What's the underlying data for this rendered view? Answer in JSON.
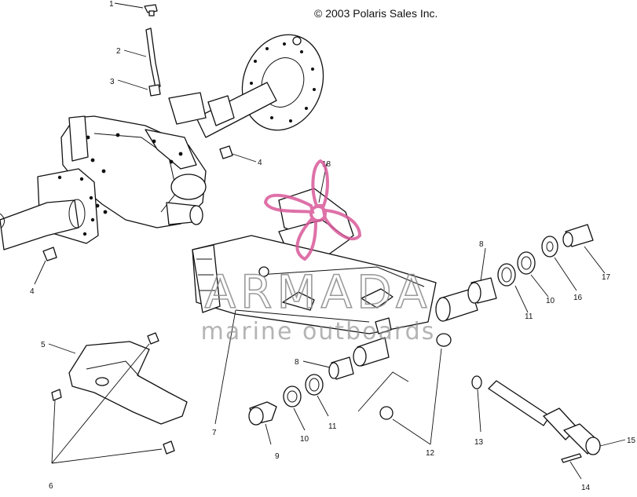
{
  "copyright": "© 2003 Polaris Sales Inc.",
  "watermark": {
    "brand": "ARMADA",
    "tagline": "marine outboards",
    "brand_color": "#8a8a8a",
    "logo_color": "#d9599a"
  },
  "callouts": {
    "c1": "1",
    "c2": "2",
    "c3": "3",
    "c4a": "4",
    "c4b": "4",
    "c5": "5",
    "c6": "6",
    "c7": "7",
    "c8a": "8",
    "c8b": "8",
    "c9": "9",
    "c10a": "10",
    "c10b": "10",
    "c11a": "11",
    "c11b": "11",
    "c12": "12",
    "c13": "13",
    "c14": "14",
    "c15": "15",
    "c16": "16",
    "c17": "17",
    "c18": "18"
  }
}
